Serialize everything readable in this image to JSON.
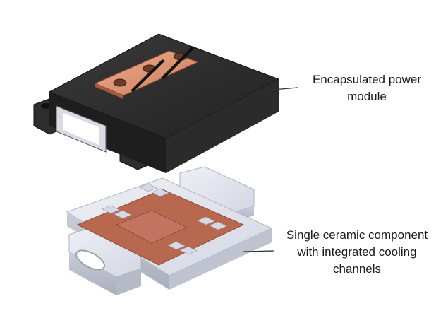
{
  "callouts": {
    "module": {
      "lines": [
        "Encapsulated power",
        "module"
      ]
    },
    "ceramic": {
      "lines": [
        "Single ceramic component",
        "with integrated cooling",
        "channels"
      ]
    }
  },
  "colors": {
    "background": "#ffffff",
    "module_body": "#2a2a2a",
    "copper_terminal": "#d9906e",
    "copper_substrate": "#b0624e",
    "ceramic": "#dcdfe8",
    "pad": "#c9cfd9",
    "leader_line": "#333333"
  }
}
